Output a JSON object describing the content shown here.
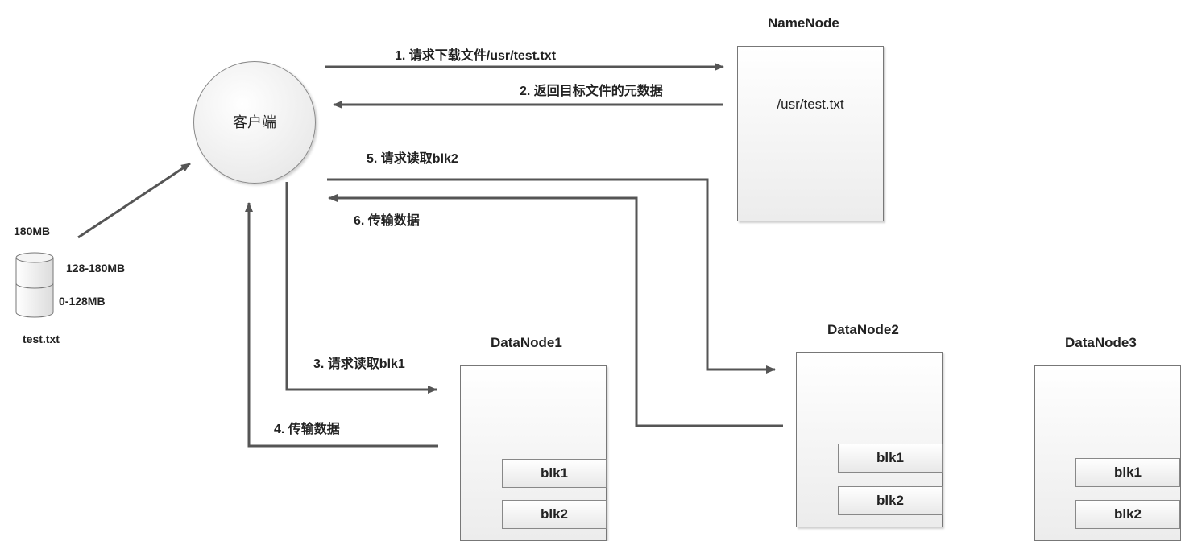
{
  "client": {
    "label": "客户端"
  },
  "file": {
    "name": "test.txt",
    "size": "180MB",
    "segment_upper": "128-180MB",
    "segment_lower": "0-128MB"
  },
  "namenode": {
    "title": "NameNode",
    "content": "/usr/test.txt"
  },
  "datanodes": [
    {
      "title": "DataNode1",
      "blocks": [
        "blk1",
        "blk2"
      ]
    },
    {
      "title": "DataNode2",
      "blocks": [
        "blk1",
        "blk2"
      ]
    },
    {
      "title": "DataNode3",
      "blocks": [
        "blk1",
        "blk2"
      ]
    }
  ],
  "steps": [
    "1. 请求下载文件/usr/test.txt",
    "2. 返回目标文件的元数据",
    "3. 请求读取blk1",
    "4. 传输数据",
    "5. 请求读取blk2",
    "6. 传输数据"
  ]
}
